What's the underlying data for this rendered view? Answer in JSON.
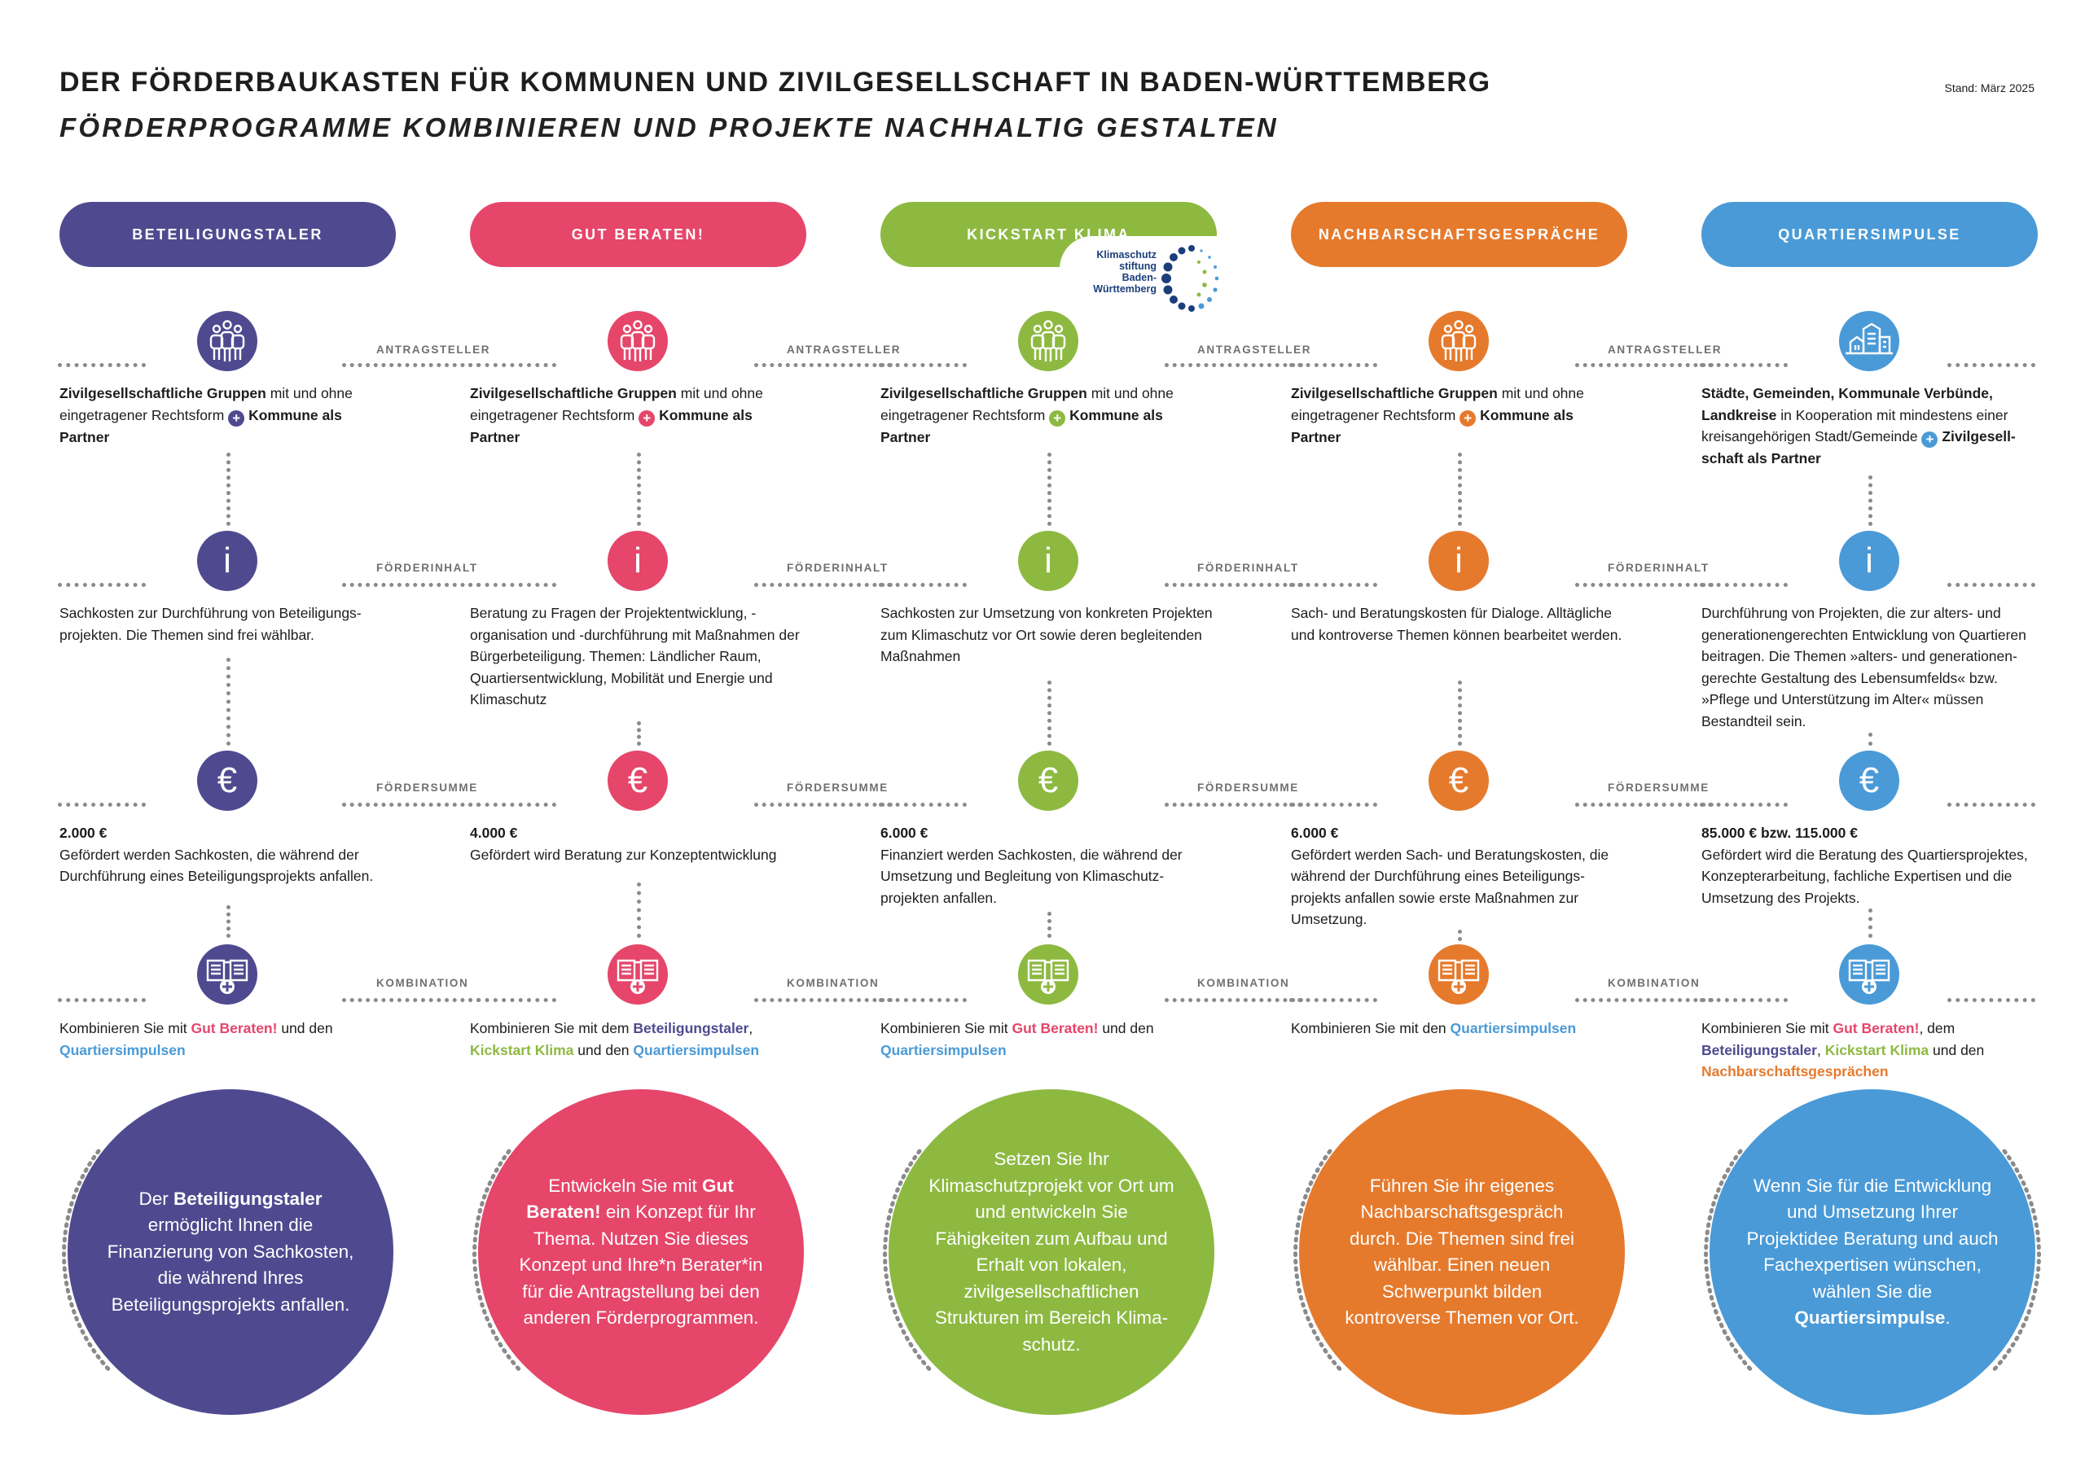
{
  "header": {
    "title": "DER FÖRDERBAUKASTEN FÜR KOMMUNEN UND ZIVILGESELLSCHAFT IN BADEN-WÜRTTEMBERG",
    "subtitle": "FÖRDERPROGRAMME KOMBINIEREN UND PROJEKTE NACHHALTIG GESTALTEN",
    "stand": "Stand: März 2025"
  },
  "sections": {
    "antragsteller": "ANTRAGSTELLER",
    "foerderinhalt": "FÖRDERINHALT",
    "foerdersumme": "FÖRDERSUMME",
    "kombination": "KOMBINATION"
  },
  "logo": {
    "line1": "Klimaschutz",
    "line2": "stiftung",
    "line3": "Baden-",
    "line4": "Württemberg"
  },
  "colors": {
    "purple": "#4f4a8f",
    "pink": "#e5466a",
    "green": "#8db941",
    "orange": "#e57a2d",
    "blue": "#4a9ad7"
  },
  "programs": [
    {
      "name": "BETEILIGUNGSTALER",
      "antragsteller": {
        "b1": "Zivilgesellschaftliche Gruppen",
        "t1": " mit und ohne eingetragener Rechtsform ",
        "plus": "+",
        "b2": " Kommune als Partner"
      },
      "inhalt": "Sachkosten zur Durchführung von Beteiligungs-projekten. Die Themen sind frei wählbar.",
      "summe_value": "2.000 €",
      "summe_text": "Gefördert werden Sachkosten, die während der Durchführung eines Beteiligungsprojekts anfallen.",
      "kombi": {
        "t1": "Kombinieren Sie mit ",
        "l1": "Gut Beraten!",
        "t2": " und den ",
        "l2": "Quartiersimpulsen",
        "t3": ""
      },
      "circle": {
        "t1": "Der ",
        "b": "Beteiligungstaler",
        "t2": " ermöglicht Ihnen die Finanzierung von Sachkosten, die während Ihres Beteiligungsprojekts anfallen."
      }
    },
    {
      "name": "GUT BERATEN!",
      "antragsteller": {
        "b1": "Zivilgesellschaftliche Gruppen",
        "t1": " mit und ohne eingetragener Rechtsform ",
        "plus": "+",
        "b2": " Kommune als Partner"
      },
      "inhalt": "Beratung zu Fragen der Projektentwicklung, -organisation und -durchführung mit Maßnahmen der Bürgerbeteiligung. Themen: Ländlicher Raum, Quartiersentwicklung, Mobilität und Energie und Klimaschutz",
      "summe_value": "4.000 €",
      "summe_text": "Gefördert wird Beratung zur Konzeptentwicklung",
      "kombi": {
        "t1": "Kombinieren Sie mit dem ",
        "l1": "Beteiligungstaler",
        "t2": ", ",
        "l2": "Kickstart Klima",
        "t3": " und den ",
        "l3": "Quartiersimpulsen"
      },
      "circle": {
        "t1": "Entwickeln Sie mit ",
        "b": "Gut Beraten!",
        "t2": " ein Konzept für Ihr Thema. Nutzen Sie dieses Konzept und Ihre*n Berater*in für die Antragstellung bei den anderen Förderprogrammen."
      }
    },
    {
      "name": "KICKSTART KLIMA",
      "antragsteller": {
        "b1": "Zivilgesellschaftliche Gruppen",
        "t1": " mit und ohne eingetragener Rechtsform ",
        "plus": "+",
        "b2": " Kommune als Partner"
      },
      "inhalt": "Sachkosten zur Umsetzung von konkreten Projekten zum Klimaschutz vor Ort sowie deren begleitenden Maßnahmen",
      "summe_value": "6.000 €",
      "summe_text": "Finanziert werden Sachkosten, die während der Umsetzung und Begleitung von Klimaschutz-projekten anfallen.",
      "kombi": {
        "t1": "Kombinieren Sie mit ",
        "l1": "Gut Beraten!",
        "t2": " und den ",
        "l2": "Quartiersimpulsen",
        "t3": ""
      },
      "circle": {
        "t1": "Setzen Sie Ihr Klimaschutzprojekt vor Ort um und entwickeln Sie Fähigkeiten zum Aufbau und Erhalt von lokalen, zivilgesellschaftlichen Strukturen im Bereich Klima-schutz.",
        "b": "",
        "t2": ""
      }
    },
    {
      "name": "NACHBARSCHAFTSGESPRÄCHE",
      "antragsteller": {
        "b1": "Zivilgesellschaftliche Gruppen",
        "t1": " mit und ohne eingetragener Rechtsform ",
        "plus": "+",
        "b2": " Kommune als Partner"
      },
      "inhalt": "Sach- und Beratungskosten für Dialoge. Alltägliche und kontroverse Themen können bearbeitet werden.",
      "summe_value": "6.000 €",
      "summe_text": "Gefördert werden Sach- und Beratungskosten, die während der Durchführung eines Beteiligungs-projekts anfallen sowie erste Maßnahmen zur Umsetzung.",
      "kombi": {
        "t1": "Kombinieren Sie mit den ",
        "l1": "Quartiersimpulsen",
        "t2": ""
      },
      "circle": {
        "t1": "Führen Sie ihr eigenes Nachbarschaftsgespräch durch. Die Themen sind frei wählbar. Einen neuen Schwerpunkt bilden kontroverse Themen vor Ort.",
        "b": "",
        "t2": ""
      }
    },
    {
      "name": "QUARTIERSIMPULSE",
      "antragsteller": {
        "b1": "Städte, Gemeinden, Kommunale Verbünde, Landkreise",
        "t1": " in Kooperation mit mindestens einer kreisangehörigen Stadt/Gemeinde ",
        "plus": "+",
        "b2": " Zivilgesell-schaft als Partner"
      },
      "inhalt": "Durchführung von Projekten, die zur alters- und generationengerechten Entwicklung von Quartieren beitragen. Die Themen »alters- und generationen-gerechte Gestaltung des Lebensumfelds« bzw. »Pflege und Unterstützung im Alter« müssen Bestandteil sein.",
      "summe_value": "85.000 € bzw. 115.000 €",
      "summe_text": "Gefördert wird die Beratung des Quartiersprojektes, Konzepterarbeitung, fachliche Expertisen und die Umsetzung des Projekts.",
      "kombi": {
        "t1": "Kombinieren Sie mit ",
        "l1": "Gut Beraten!",
        "t2": ", dem ",
        "l2": "Beteiligungstaler",
        "t3": ", ",
        "l3": "Kickstart Klima",
        "t4": " und den ",
        "l4": "Nachbarschaftsgesprächen"
      },
      "circle": {
        "t1": "Wenn Sie für die Entwicklung und Umsetzung Ihrer Projektidee Beratung und auch Fachexpertisen wünschen, wählen Sie die ",
        "b": "Quartiersimpulse",
        "t2": "."
      }
    }
  ],
  "icons": {
    "applicant": "people-group-icon",
    "applicant_alt": "city-buildings-icon",
    "info": "info-icon",
    "euro": "euro-icon",
    "combine": "documents-plus-icon"
  },
  "glyphs": {
    "info": "i",
    "euro": "€"
  }
}
